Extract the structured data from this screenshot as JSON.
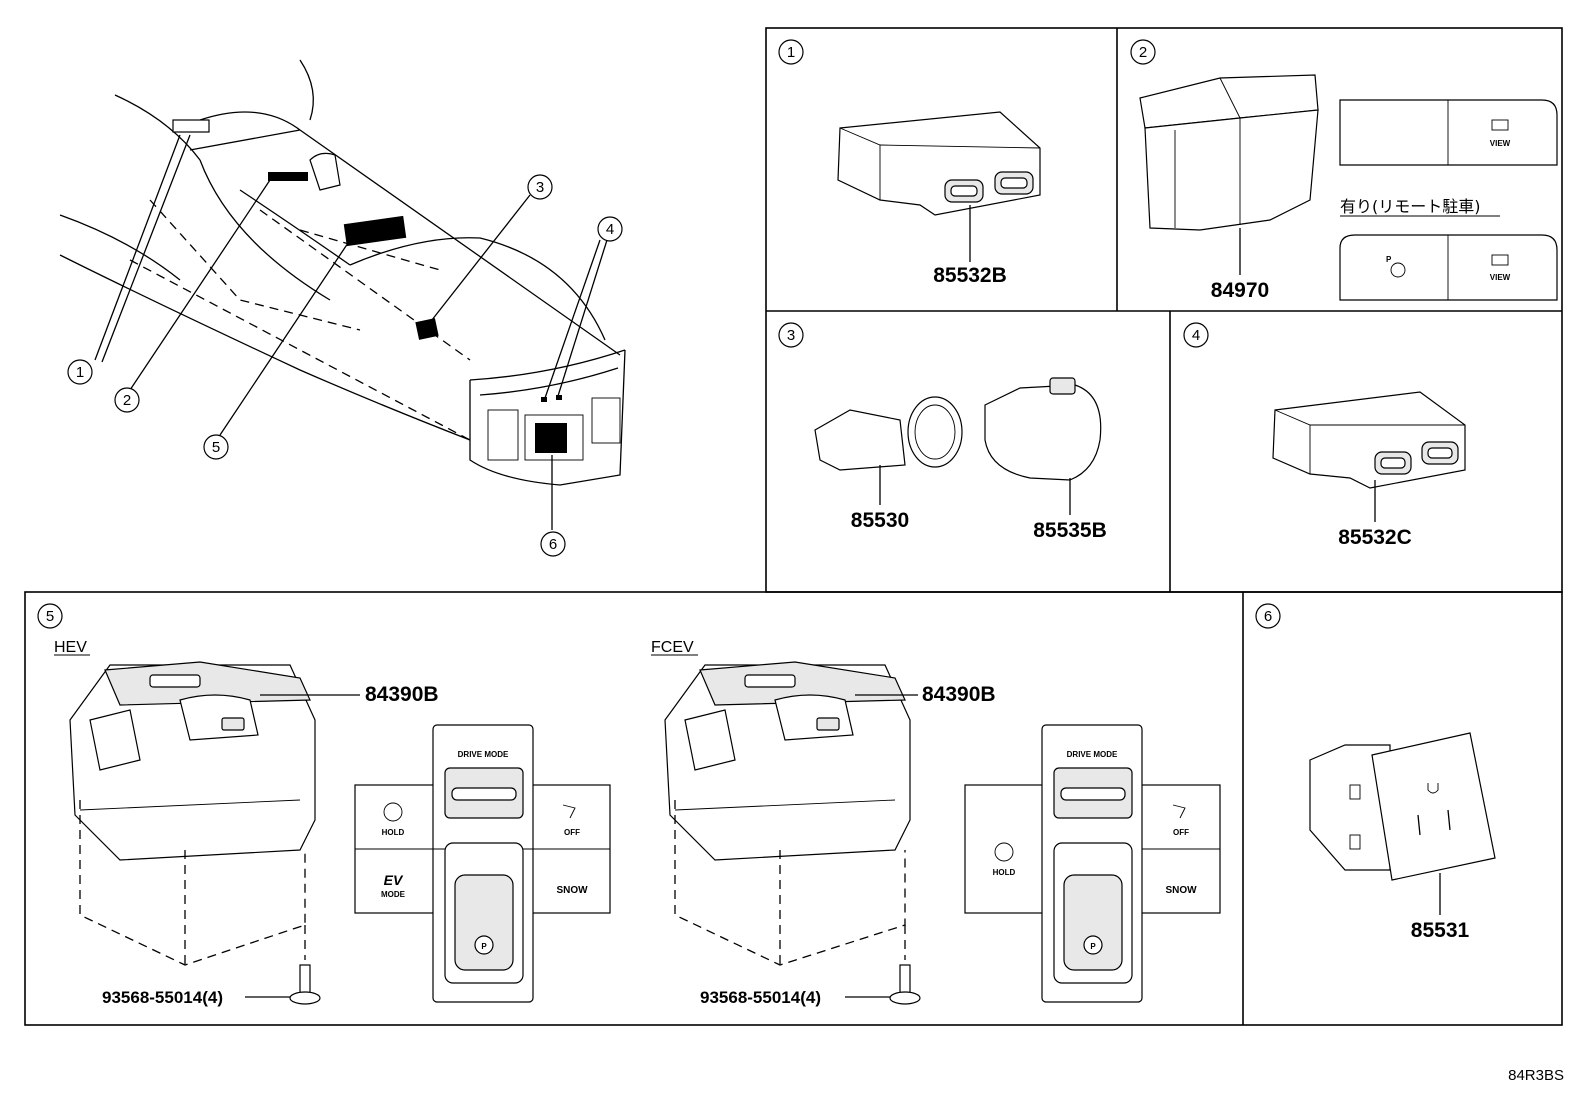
{
  "diagram": {
    "callouts": [
      "1",
      "2",
      "3",
      "4",
      "5",
      "6"
    ],
    "panels": {
      "p1": {
        "callout": "1",
        "part": "85532B"
      },
      "p2": {
        "callout": "2",
        "part": "84970",
        "option_label": "有り(リモート駐車)",
        "button_view": "VIEW",
        "button_park": "P"
      },
      "p3": {
        "callout": "3",
        "part_a": "85530",
        "part_b": "85535B"
      },
      "p4": {
        "callout": "4",
        "part": "85532C"
      },
      "p5": {
        "callout": "5",
        "hev": {
          "label": "HEV",
          "part": "84390B",
          "screw": "93568-55014(4)"
        },
        "fcev": {
          "label": "FCEV",
          "part": "84390B",
          "screw": "93568-55014(4)"
        },
        "switch_labels": {
          "drive_mode": "DRIVE MODE",
          "hold": "HOLD",
          "off": "OFF",
          "ev": "EV",
          "mode": "MODE",
          "snow": "SNOW",
          "park": "P"
        }
      },
      "p6": {
        "callout": "6",
        "part": "85531"
      }
    },
    "diagram_code": "84R3BS"
  }
}
